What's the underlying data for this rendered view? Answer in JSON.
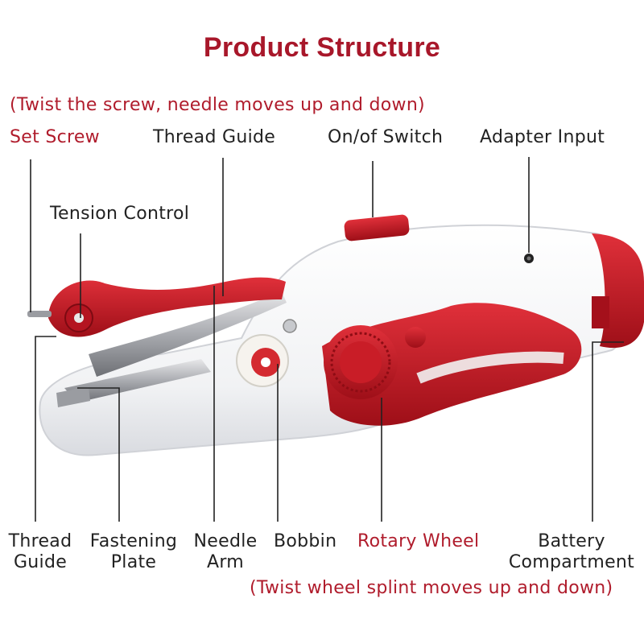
{
  "title": "Product Structure",
  "notes": {
    "screw": "(Twist the screw, needle moves up and down)",
    "wheel": "(Twist wheel splint moves up and down)"
  },
  "labels": {
    "set_screw": "Set Screw",
    "thread_guide_top": "Thread Guide",
    "switch": "On/of Switch",
    "adapter": "Adapter Input",
    "tension": "Tension Control",
    "thread_guide_bottom_1": "Thread",
    "thread_guide_bottom_2": "Guide",
    "fastening_1": "Fastening",
    "fastening_2": "Plate",
    "needle_arm_1": "Needle",
    "needle_arm_2": "Arm",
    "bobbin": "Bobbin",
    "rotary": "Rotary Wheel",
    "battery_1": "Battery",
    "battery_2": "Compartment"
  },
  "colors": {
    "accent": "#b01c2c",
    "body": "#ffffff",
    "red_part": "#c4151f"
  }
}
